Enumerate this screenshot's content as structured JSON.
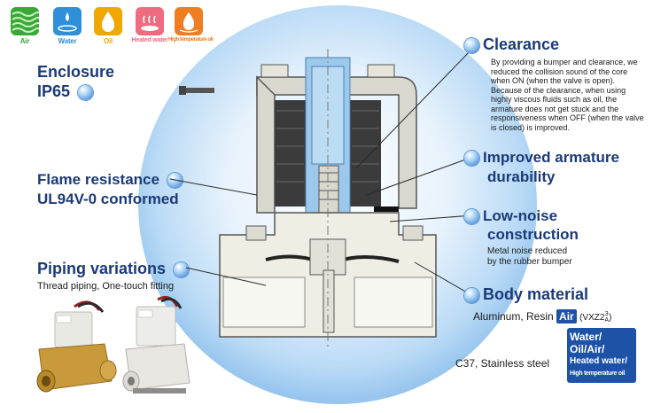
{
  "media": [
    {
      "label": "Air",
      "color": "#39a935",
      "icon": "air-icon"
    },
    {
      "label": "Water",
      "color": "#2f8fd9",
      "icon": "water-icon"
    },
    {
      "label": "Oil",
      "color": "#f0a800",
      "icon": "oil-icon"
    },
    {
      "label": "Heated water",
      "color": "#ef6b80",
      "icon": "heated-water-icon"
    },
    {
      "label": "High temperature oil",
      "color": "#ef7d22",
      "icon": "high-temperature-oil-icon"
    }
  ],
  "left": {
    "enclosure_line1": "Enclosure",
    "enclosure_line2": "IP65",
    "flame_line1": "Flame resistance",
    "flame_line2": "UL94V-0 conformed",
    "piping_title": "Piping variations",
    "piping_sub": "Thread piping, One-touch fitting"
  },
  "right": {
    "clearance_title": "Clearance",
    "clearance_text": "By providing a bumper and clearance, we reduced the collision sound of the core when ON (when the valve is open). Because of the clearance, when using highly viscous fluids such as oil, the armature does not get stuck and the responsiveness when OFF (when the valve is closed) is improved.",
    "armature_line1": "Improved armature",
    "armature_line2": "durability",
    "noise_line1": "Low-noise",
    "noise_line2": "construction",
    "noise_text1": "Metal noise reduced",
    "noise_text2": "by the rubber bumper",
    "body_title": "Body material",
    "material1": "Aluminum, Resin",
    "material1_badge": "Air",
    "material1_model": "(VXZ2",
    "material1_sup": "3",
    "material1_sub": "A",
    "material1_close": ")",
    "material2": "C37, Stainless steel",
    "material2_badge": [
      "Water/",
      "Oil/Air/",
      "Heated water/",
      "High temperature oil"
    ]
  },
  "colors": {
    "accent": "#1b3a78",
    "badge": "#1d52a6",
    "sphere": "#8fc1ee"
  }
}
